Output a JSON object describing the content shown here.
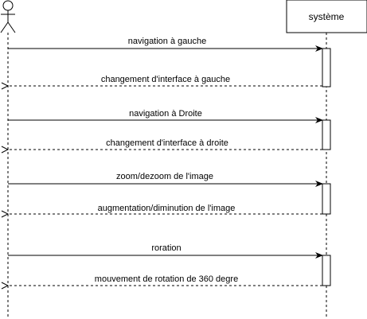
{
  "participants": {
    "actor": {
      "icon": "stick-figure-icon",
      "label": ""
    },
    "system": {
      "label": "système"
    }
  },
  "messages": [
    {
      "text": "navigation à gauche",
      "direction": "to-system",
      "style": "solid"
    },
    {
      "text": "changement d'interface à gauche",
      "direction": "to-actor",
      "style": "dashed"
    },
    {
      "text": "navigation à Droite",
      "direction": "to-system",
      "style": "solid"
    },
    {
      "text": "changement d'interface à droite",
      "direction": "to-actor",
      "style": "dashed"
    },
    {
      "text": "zoom/dezoom de l'image",
      "direction": "to-system",
      "style": "solid"
    },
    {
      "text": "augmentation/diminution de l'image",
      "direction": "to-actor",
      "style": "dashed"
    },
    {
      "text": "roration",
      "direction": "to-system",
      "style": "solid"
    },
    {
      "text": "mouvement de rotation de 360 degre",
      "direction": "to-actor",
      "style": "dashed"
    }
  ],
  "colors": {
    "line": "#000000",
    "background": "#ffffff"
  }
}
